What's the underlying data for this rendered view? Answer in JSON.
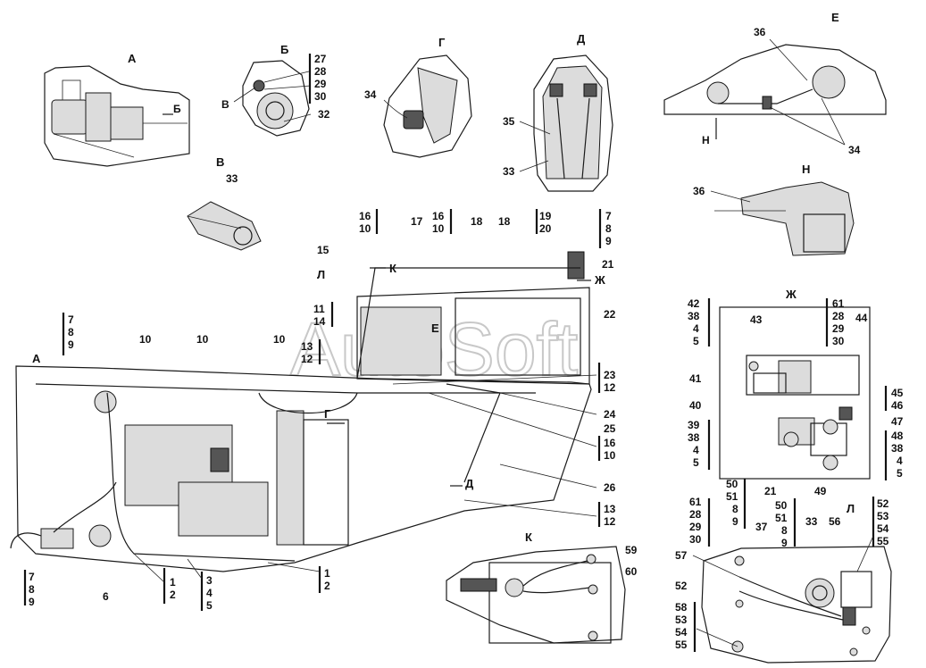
{
  "watermark": "AutoSoft",
  "view_labels": {
    "A": "А",
    "B": "Б",
    "G": "Г",
    "D": "Д",
    "E": "Е",
    "V": "В",
    "N": "Н",
    "ZH": "Ж",
    "K": "К",
    "L": "Л"
  },
  "direction_labels": {
    "arrow_b": "Б",
    "side_v": "В",
    "arrow_a": "А",
    "arrow_l": "Л",
    "arrow_k": "К",
    "arrow_zh": "Ж",
    "arrow_e": "Е",
    "arrow_g": "Г",
    "arrow_d": "Д",
    "arrow_n": "Н"
  },
  "callouts": {
    "b_group": [
      "27",
      "28",
      "29",
      "30"
    ],
    "b_32": "32",
    "g_34": "34",
    "d_35": "35",
    "d_33": "33",
    "e_36": "36",
    "e_34": "34",
    "v_33": "33",
    "n_36": "36",
    "top_16_10_a": [
      "16",
      "10"
    ],
    "top_17": "17",
    "top_16_10_b": [
      "16",
      "10"
    ],
    "top_18_a": "18",
    "top_18_b": "18",
    "top_19_20": [
      "19",
      "20"
    ],
    "top_7_8_9": [
      "7",
      "8",
      "9"
    ],
    "c_15": "15",
    "c_21": "21",
    "c_22": "22",
    "c_11_14": [
      "11",
      "14"
    ],
    "left_7_8_9": [
      "7",
      "8",
      "9"
    ],
    "c_10_a": "10",
    "c_10_b": "10",
    "c_10_c": "10",
    "c_13_12_a": [
      "13",
      "12"
    ],
    "c_23_12": [
      "23",
      "12"
    ],
    "c_24": "24",
    "c_25": "25",
    "c_16_10_c": [
      "16",
      "10"
    ],
    "c_26": "26",
    "c_13_12_b": [
      "13",
      "12"
    ],
    "bot_1_2_a": [
      "1",
      "2"
    ],
    "bot_3_4_5": [
      "3",
      "4",
      "5"
    ],
    "bot_1_2_b": [
      "1",
      "2"
    ],
    "bot_6": "6",
    "bot_7_8_9": [
      "7",
      "8",
      "9"
    ],
    "k_59": "59",
    "k_60": "60",
    "zh_42_38_4_5": [
      "42",
      "38",
      "4",
      "5"
    ],
    "zh_43": "43",
    "zh_61_28_29_30": [
      "61",
      "28",
      "29",
      "30"
    ],
    "zh_44": "44",
    "zh_41": "41",
    "zh_45_46": [
      "45",
      "46"
    ],
    "zh_40": "40",
    "zh_47": "47",
    "zh_39_38_4_5": [
      "39",
      "38",
      "4",
      "5"
    ],
    "zh_48_38_4_5": [
      "48",
      "38",
      "4",
      "5"
    ],
    "zh_50_51_8_9": [
      "50",
      "51",
      "8",
      "9"
    ],
    "zh_21": "21",
    "zh_49": "49",
    "l_61_28_29_30": [
      "61",
      "28",
      "29",
      "30"
    ],
    "l_50_51_8_9": [
      "50",
      "51",
      "8",
      "9"
    ],
    "l_37": "37",
    "l_33": "33",
    "l_56": "56",
    "l_52_53_54_55": [
      "52",
      "53",
      "54",
      "55"
    ],
    "l_57": "57",
    "l_52": "52",
    "l_58_53_54_55": [
      "58",
      "53",
      "54",
      "55"
    ]
  }
}
